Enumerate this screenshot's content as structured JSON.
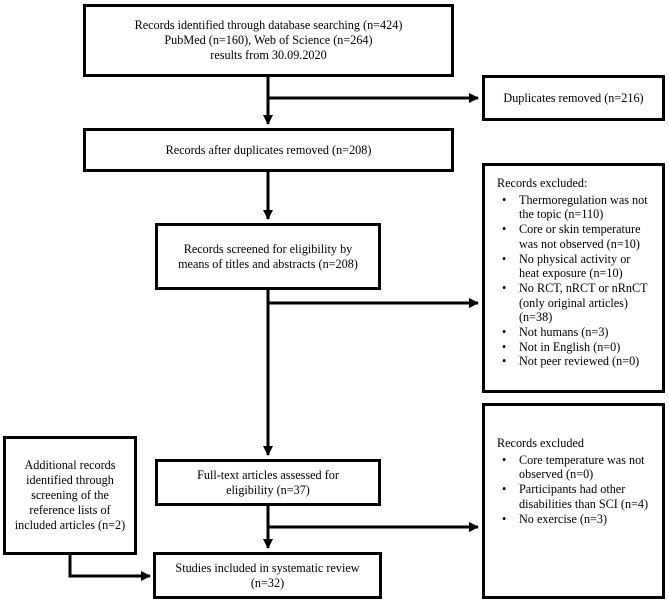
{
  "identification": {
    "line1": "Records identified through database searching (n=424)",
    "line2": "PubMed (n=160), Web of Science (n=264)",
    "line3": "results from 30.09.2020"
  },
  "duplicates": {
    "label": "Duplicates removed (n=216)"
  },
  "after_duplicates": {
    "label": "Records after duplicates removed (n=208)"
  },
  "screened": {
    "line1": "Records screened for eligibility by",
    "line2": "means of titles and abstracts (n=208)"
  },
  "excluded_screening": {
    "title": "Records excluded:",
    "items": [
      "Thermoregulation was not the topic (n=110)",
      "Core or skin temperature was not observed (n=10)",
      "No physical activity or heat exposure (n=10)",
      "No RCT, nRCT or nRnCT (only original articles) (n=38)",
      "Not humans (n=3)",
      "Not in English (n=0)",
      "Not peer reviewed (n=0)"
    ]
  },
  "additional": {
    "line1": "Additional records",
    "line2": "identified through",
    "line3": "screening of the",
    "line4": "reference lists of",
    "line5": "included articles (n=2)"
  },
  "fulltext": {
    "line1": "Full-text articles assessed for",
    "line2": "eligibility (n=37)"
  },
  "excluded_fulltext": {
    "title": "Records excluded",
    "items": [
      "Core temperature was not observed (n=0)",
      "Participants had other disabilities than SCI (n=4)",
      "No exercise (n=3)"
    ]
  },
  "included": {
    "line1": "Studies included in systematic review",
    "line2": "(n=32)"
  }
}
